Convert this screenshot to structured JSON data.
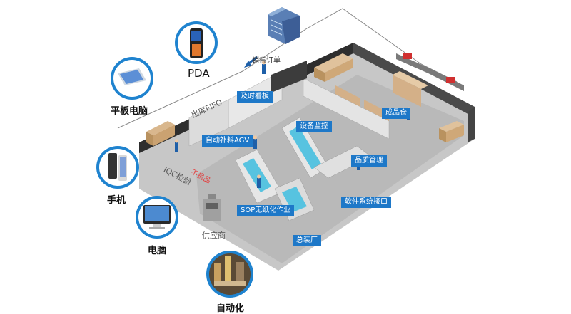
{
  "devices": {
    "pda": "PDA",
    "tablet": "平板电脑",
    "phone": "手机",
    "computer": "电脑",
    "automation": "自动化"
  },
  "factory": {
    "sales_order": "销售订单",
    "kanban": "及时看板",
    "outbound_fifo": "出库FIFO",
    "agv": "自动补料AGV",
    "iqc": "IQC检验",
    "defective": "不良品",
    "supplier": "供应商",
    "equipment_monitor": "设备监控",
    "finished_goods": "成品仓",
    "quality_mgmt": "品质管理",
    "software_interface": "软件系统接口",
    "sop": "SOP无纸化作业",
    "assembly_plant": "总装厂"
  },
  "colors": {
    "tag_blue": "#1e78c8",
    "floor": "#c3c3c3",
    "wall": "#3a3a3a",
    "defective_red": "#e53a3a"
  }
}
